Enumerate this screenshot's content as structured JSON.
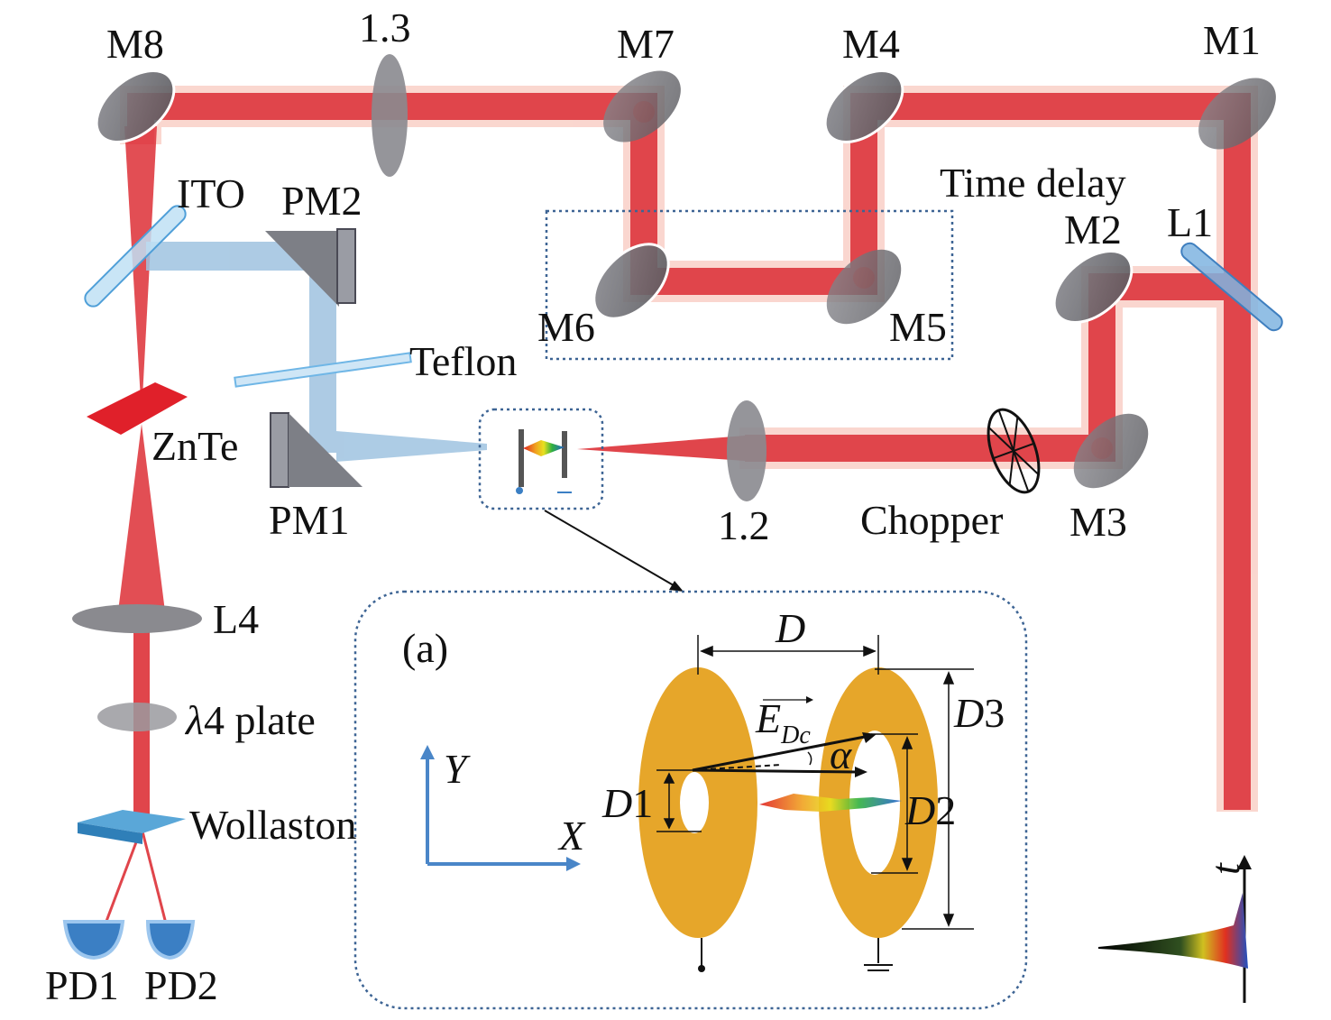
{
  "colors": {
    "laser": "#e0454b",
    "laser_core": "#ff1a1a",
    "thz": "#9fc3e0",
    "mirror": "#6f6f74",
    "ring": "#e6a62a",
    "axis": "#4a86c8",
    "frame": "#3d6494",
    "znte": "#e0202a",
    "wollaston": "#5aa7d8",
    "detector": "#3b7fc4"
  },
  "labels": {
    "m1": "M1",
    "m2": "M2",
    "m3": "M3",
    "m4": "M4",
    "m5": "M5",
    "m6": "M6",
    "m7": "M7",
    "m8": "M8",
    "l1": "L1",
    "lens12": "1.2",
    "lens13": "1.3",
    "l4": "L4",
    "time_delay": "Time delay",
    "chopper": "Chopper",
    "teflon": "Teflon",
    "ito": "ITO",
    "pm1": "PM1",
    "pm2": "PM2",
    "znte": "ZnTe",
    "quarter_plate_symbol": "λ",
    "quarter_plate_rest": "4 plate",
    "wollaston": "Wollaston",
    "pd1": "PD1",
    "pd2": "PD2"
  },
  "inset": {
    "panel_label": "(a)",
    "d": "D",
    "d1": "D1",
    "d2": "D2",
    "d3": "D3",
    "e_field": "E",
    "e_subscript": "Dc",
    "alpha": "α",
    "axis_y": "Y",
    "axis_x": "X"
  },
  "pulse": {
    "time_axis": "t"
  }
}
